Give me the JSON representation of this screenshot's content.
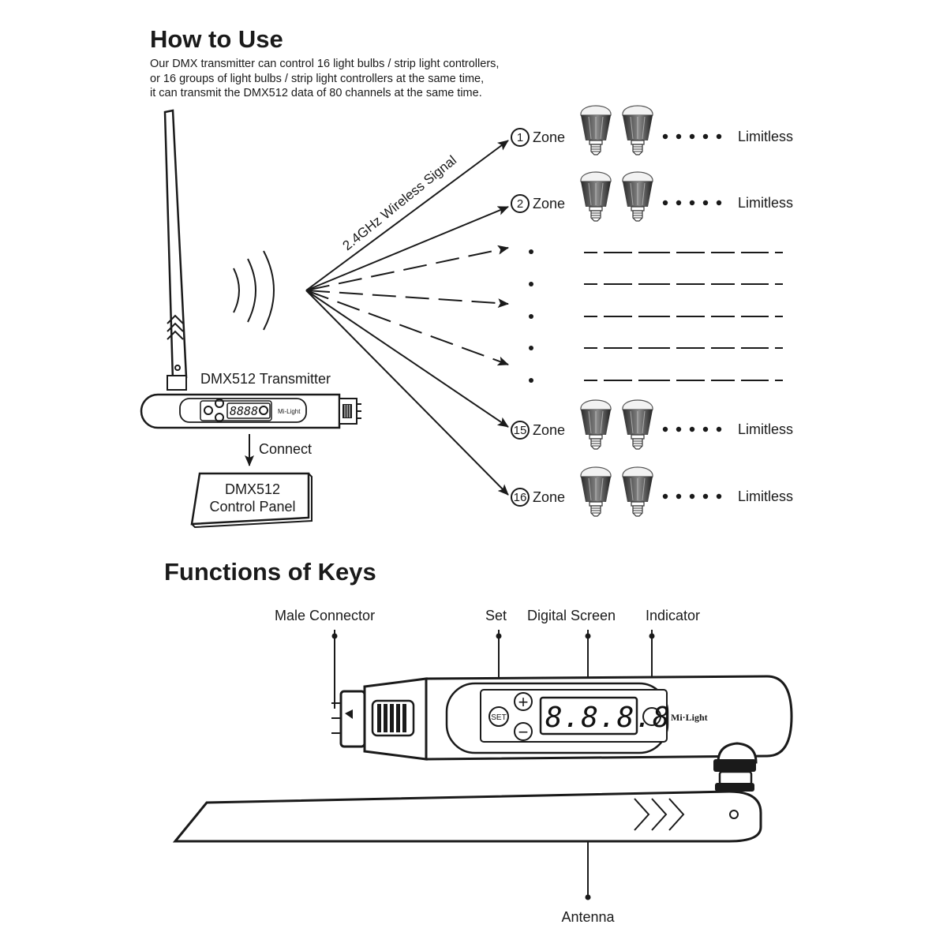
{
  "how_to_use": {
    "title": "How to Use",
    "intro": [
      "Our DMX transmitter can control 16 light bulbs / strip light controllers,",
      "or 16 groups of light bulbs / strip light controllers at the same time,",
      "it can transmit the DMX512 data of 80 channels at the same time."
    ],
    "signal_label": "2.4GHz Wireless Signal",
    "transmitter_label": "DMX512 Transmitter",
    "connect_label": "Connect",
    "control_panel": [
      "DMX512",
      "Control Panel"
    ],
    "zones": [
      {
        "number": "1",
        "label": "Zone",
        "limit": "Limitless"
      },
      {
        "number": "2",
        "label": "Zone",
        "limit": "Limitless"
      },
      {
        "number": "15",
        "label": "Zone",
        "limit": "Limitless"
      },
      {
        "number": "16",
        "label": "Zone",
        "limit": "Limitless"
      }
    ],
    "small_display": "8888",
    "small_brand": "Mi-Light"
  },
  "functions_of_keys": {
    "title": "Functions of Keys",
    "callouts": {
      "male_connector": "Male Connector",
      "set": "Set",
      "digital_screen": "Digital Screen",
      "indicator": "Indicator",
      "antenna": "Antenna"
    },
    "set_button": "SET",
    "plus": "+",
    "minus": "−",
    "display": "8.8.8.8",
    "brand": "Mi·Light"
  }
}
